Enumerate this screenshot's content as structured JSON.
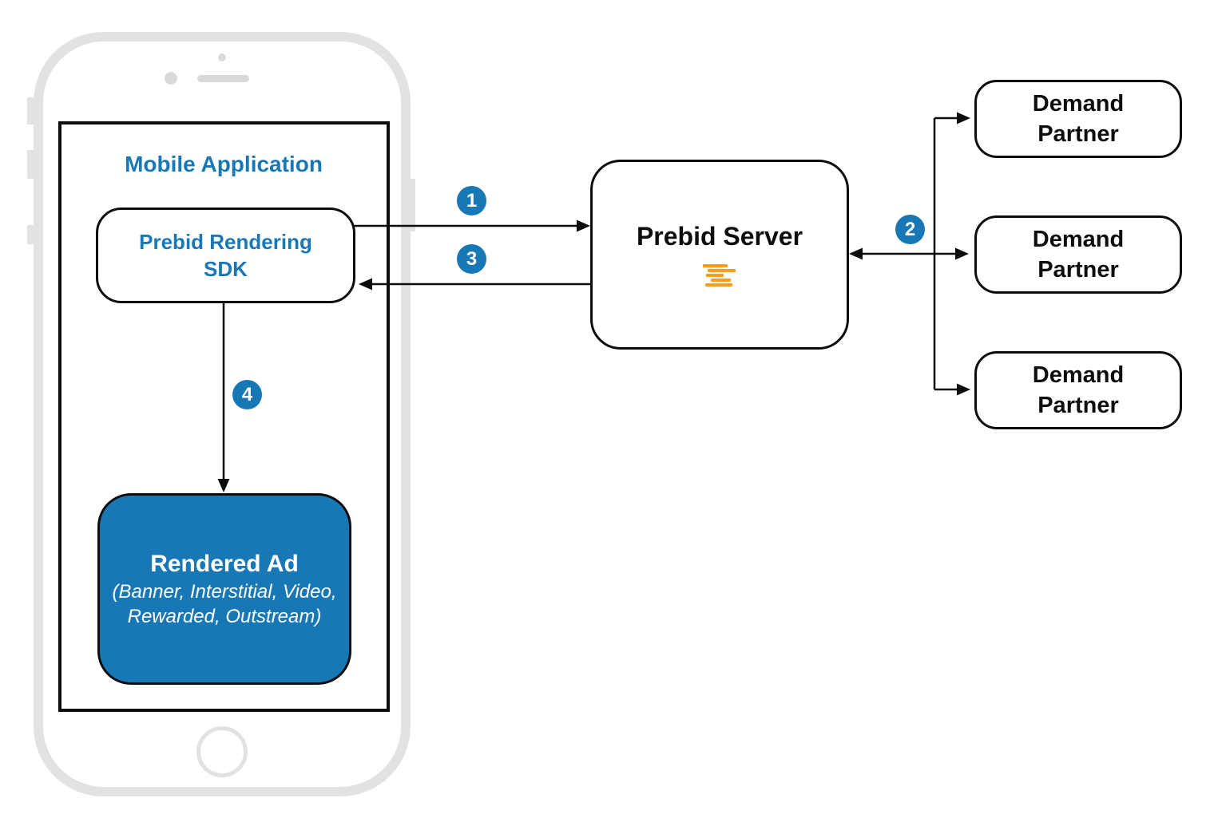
{
  "colors": {
    "accent_blue": "#1878b5",
    "logo_orange": "#f89e1c",
    "phone_gray": "#e1e2e4",
    "line_black": "#0d0d0d",
    "ad_text_white": "#ffffff"
  },
  "mobile_app": {
    "title": "Mobile Application"
  },
  "sdk": {
    "line1": "Prebid Rendering",
    "line2": "SDK"
  },
  "rendered_ad": {
    "title": "Rendered Ad",
    "subtitle_line1": "(Banner, Interstitial, Video,",
    "subtitle_line2": "Rewarded, Outstream)"
  },
  "prebid_server": {
    "label": "Prebid Server",
    "logo_icon": "prebid-logo-icon"
  },
  "demand_partners": [
    {
      "line1": "Demand",
      "line2": "Partner"
    },
    {
      "line1": "Demand",
      "line2": "Partner"
    },
    {
      "line1": "Demand",
      "line2": "Partner"
    }
  ],
  "steps": [
    "1",
    "2",
    "3",
    "4"
  ]
}
